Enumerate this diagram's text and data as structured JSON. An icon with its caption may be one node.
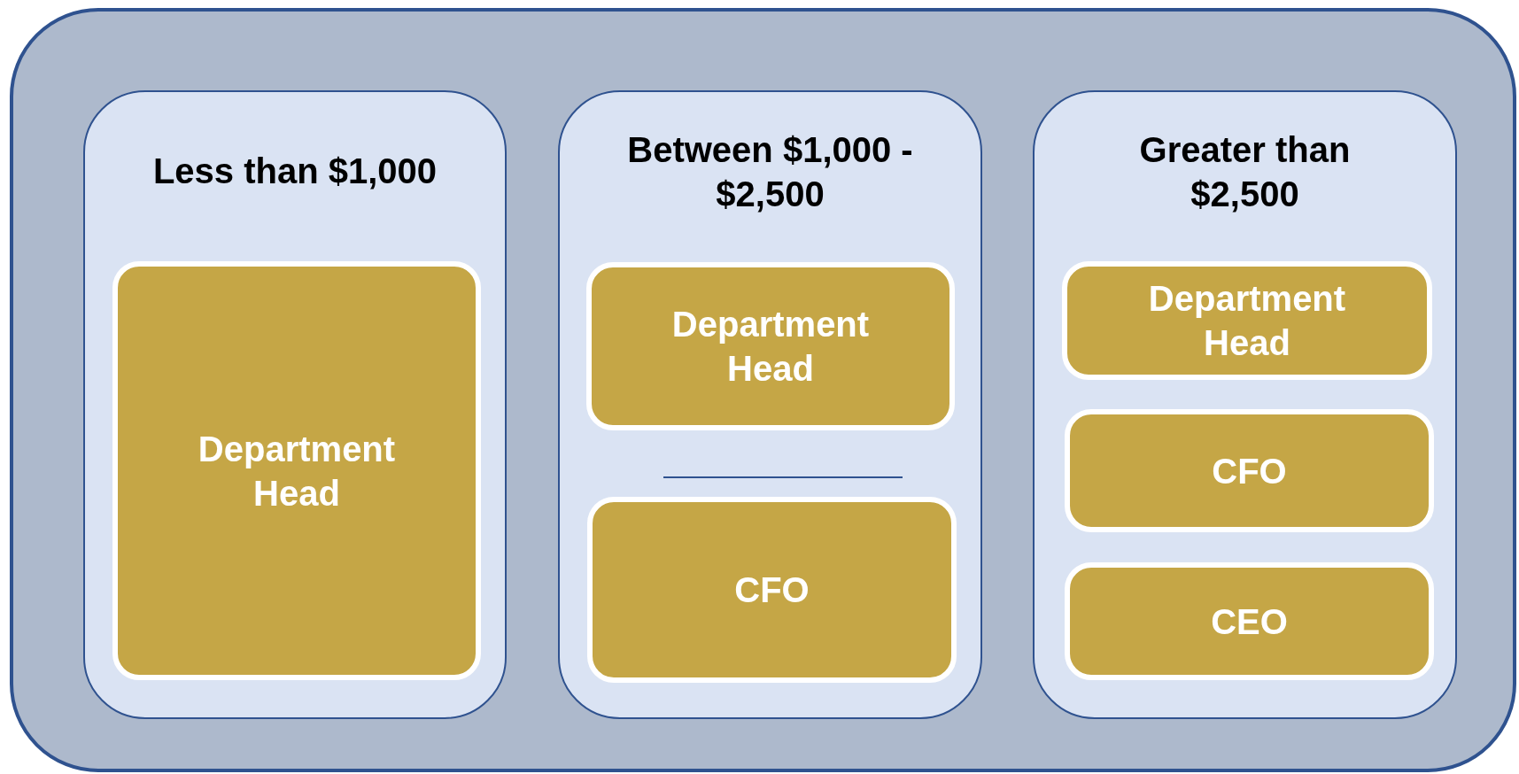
{
  "diagram": {
    "nodes": [
      {
        "text": [],
        "shape": "box"
      },
      {
        "text": [
          "Less than $1,000"
        ],
        "in": 0
      },
      {
        "text": [
          "Department Head"
        ],
        "in": 1
      },
      {
        "text": [
          "Between $1,000 - $2,500"
        ],
        "in": 0
      },
      {
        "text": [
          "Department Head"
        ],
        "in": 3
      },
      {
        "text": [
          "CFO"
        ],
        "in": 3
      },
      {
        "text": [
          "Greater than $2,500"
        ],
        "in": 0
      },
      {
        "text": [
          "Department Head"
        ],
        "in": 6
      },
      {
        "text": [
          "CFO"
        ],
        "in": 6
      },
      {
        "text": [
          "CEO"
        ],
        "in": 6
      }
    ]
  }
}
